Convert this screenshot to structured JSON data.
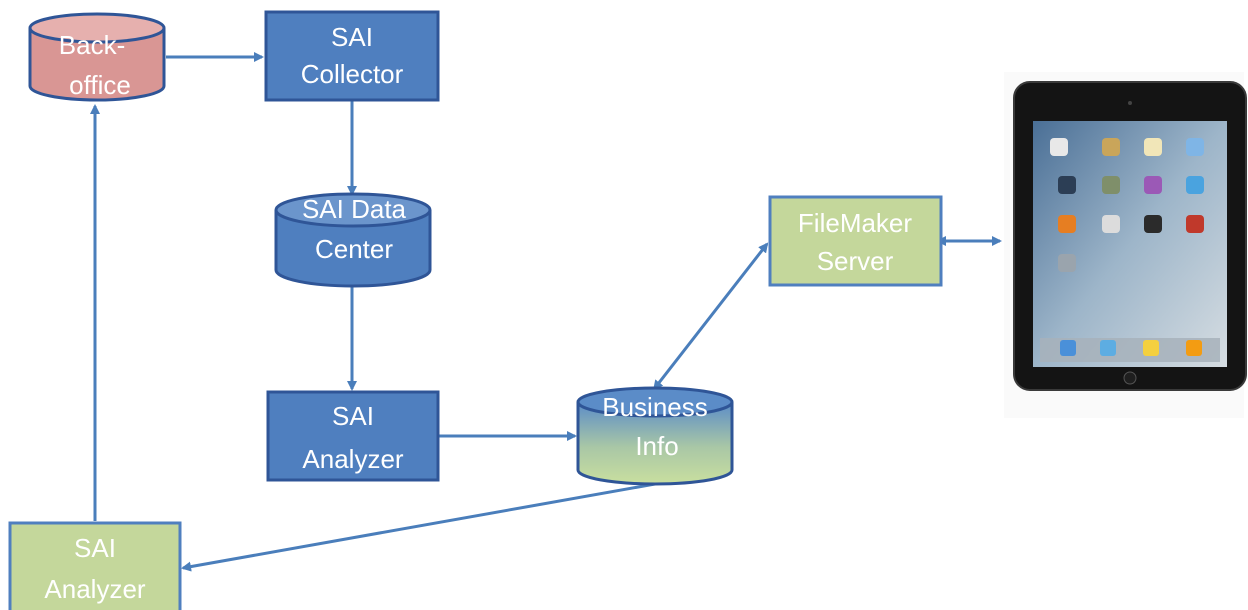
{
  "nodes": {
    "backoffice": {
      "line1": "Back-",
      "line2": "office"
    },
    "sai_collector": {
      "line1": "SAI",
      "line2": "Collector"
    },
    "sai_data_center": {
      "line1": "SAI Data",
      "line2": "Center"
    },
    "sai_analyzer_main": {
      "line1": "SAI",
      "line2": "Analyzer"
    },
    "business_info": {
      "line1": "Business",
      "line2": "Info"
    },
    "filemaker_server": {
      "line1": "FileMaker",
      "line2": "Server"
    },
    "sai_analyzer_bottom": {
      "line1": "SAI",
      "line2": "Analyzer"
    }
  },
  "ipad": {
    "dock_icons": 4
  },
  "colors": {
    "blue_fill": "#4f7fbf",
    "blue_stroke": "#2f5597",
    "green_fill": "#c4d79b",
    "green_stroke": "#4f7fbf",
    "red_fill": "#d99694",
    "arrow": "#4a7ebb"
  }
}
